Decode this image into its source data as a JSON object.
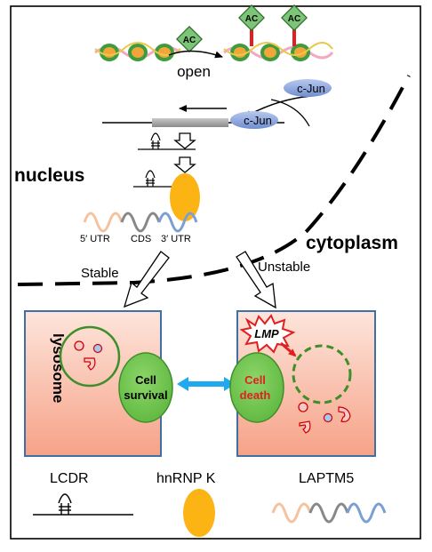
{
  "labels": {
    "ac": "AC",
    "open": "open",
    "cjun": "c-Jun",
    "nucleus": "nucleus",
    "cytoplasm": "cytoplasm",
    "stable": "Stable",
    "unstable": "Unstable",
    "lysosome": "lysosome",
    "cell_survival_line1": "Cell",
    "cell_survival_line2": "survival",
    "cell_death_line1": "Cell",
    "cell_death_line2": "death",
    "lmp": "LMP",
    "utr5": "5′ UTR",
    "cds": "CDS",
    "utr3": "3′ UTR"
  },
  "legend": {
    "lcdr": "LCDR",
    "hnrnpk": "hnRNP K",
    "laptm5": "LAPTM5"
  },
  "colors": {
    "box_outer": "#000000",
    "cell_border": "#3f6fa3",
    "cell_fill_top": "#fde2d8",
    "cell_fill_bottom": "#f7a48c",
    "green_oval": "#6cc24a",
    "green_border": "#3e8e2a",
    "hnrnpk_orange": "#fbb414",
    "cjun_blue": "#8fa8dc",
    "ac_green": "#7cc576",
    "double_arrow": "#1eaaf1",
    "lmp_red": "#e02020",
    "death_text": "#e02020",
    "utr5_peach": "#f5c2a0",
    "cds_gray": "#888888",
    "utr3_blue": "#7b9fd4"
  }
}
